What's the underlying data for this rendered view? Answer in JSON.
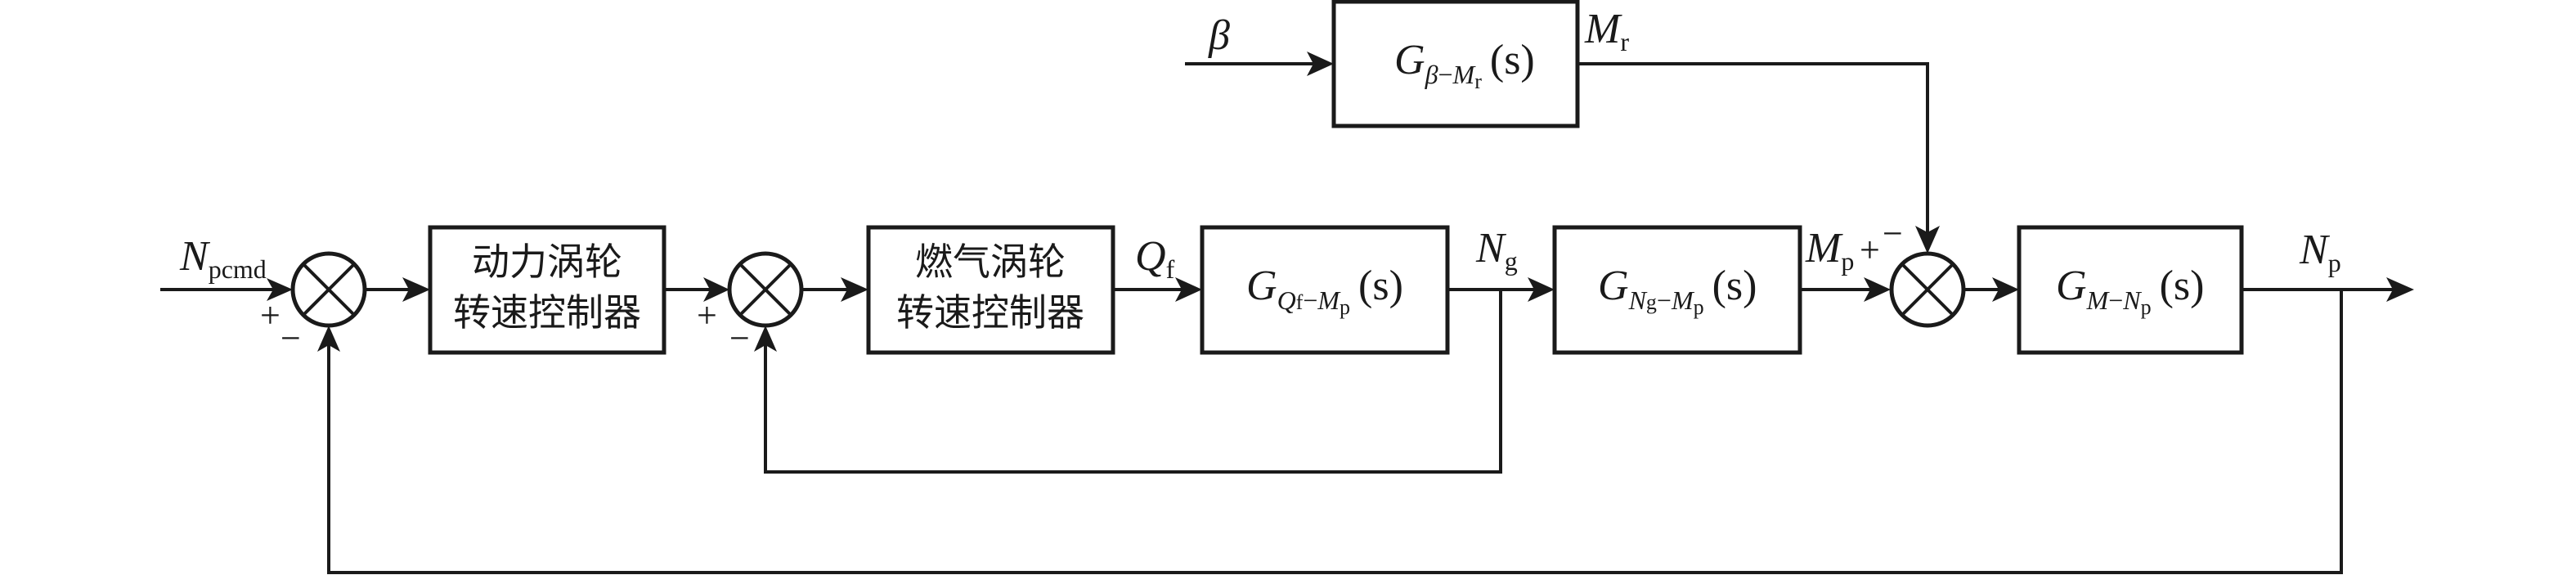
{
  "diagram": {
    "type": "control-block-diagram",
    "colors": {
      "stroke": "#1a1a1a",
      "background": "#ffffff"
    },
    "signals": {
      "input": {
        "main": "N",
        "sub": "pcmd"
      },
      "beta": "β",
      "mr": {
        "main": "M",
        "sub": "r"
      },
      "qf": {
        "main": "Q",
        "sub": "f"
      },
      "ng": {
        "main": "N",
        "sub": "g"
      },
      "mp": {
        "main": "M",
        "sub": "p"
      },
      "np": {
        "main": "N",
        "sub": "p"
      }
    },
    "blocks": {
      "power_turbine_controller": {
        "line1": "动力涡轮",
        "line2": "转速控制器"
      },
      "gas_turbine_controller": {
        "line1": "燃气涡轮",
        "line2": "转速控制器"
      },
      "g_beta_mr": {
        "main": "G",
        "sub_a": "β",
        "dash": "−",
        "sub_b": "M",
        "sub_b_sub": "r",
        "arg": "(s)"
      },
      "g_qf_mp": {
        "main": "G",
        "sub_a": "Q",
        "sub_a_sub": "f",
        "dash": "−",
        "sub_b": "M",
        "sub_b_sub": "p",
        "arg": "(s)"
      },
      "g_ng_mp": {
        "main": "G",
        "sub_a": "N",
        "sub_a_sub": "g",
        "dash": "−",
        "sub_b": "M",
        "sub_b_sub": "p",
        "arg": "(s)"
      },
      "g_m_np": {
        "main": "G",
        "sub_a": "M",
        "dash": "−",
        "sub_b": "N",
        "sub_b_sub": "p",
        "arg": "(s)"
      }
    },
    "summing_junctions": {
      "sum1": {
        "plus": "+",
        "minus": "−"
      },
      "sum2": {
        "plus": "+",
        "minus": "−"
      },
      "sum3": {
        "plus": "+",
        "minus": "−"
      }
    }
  }
}
